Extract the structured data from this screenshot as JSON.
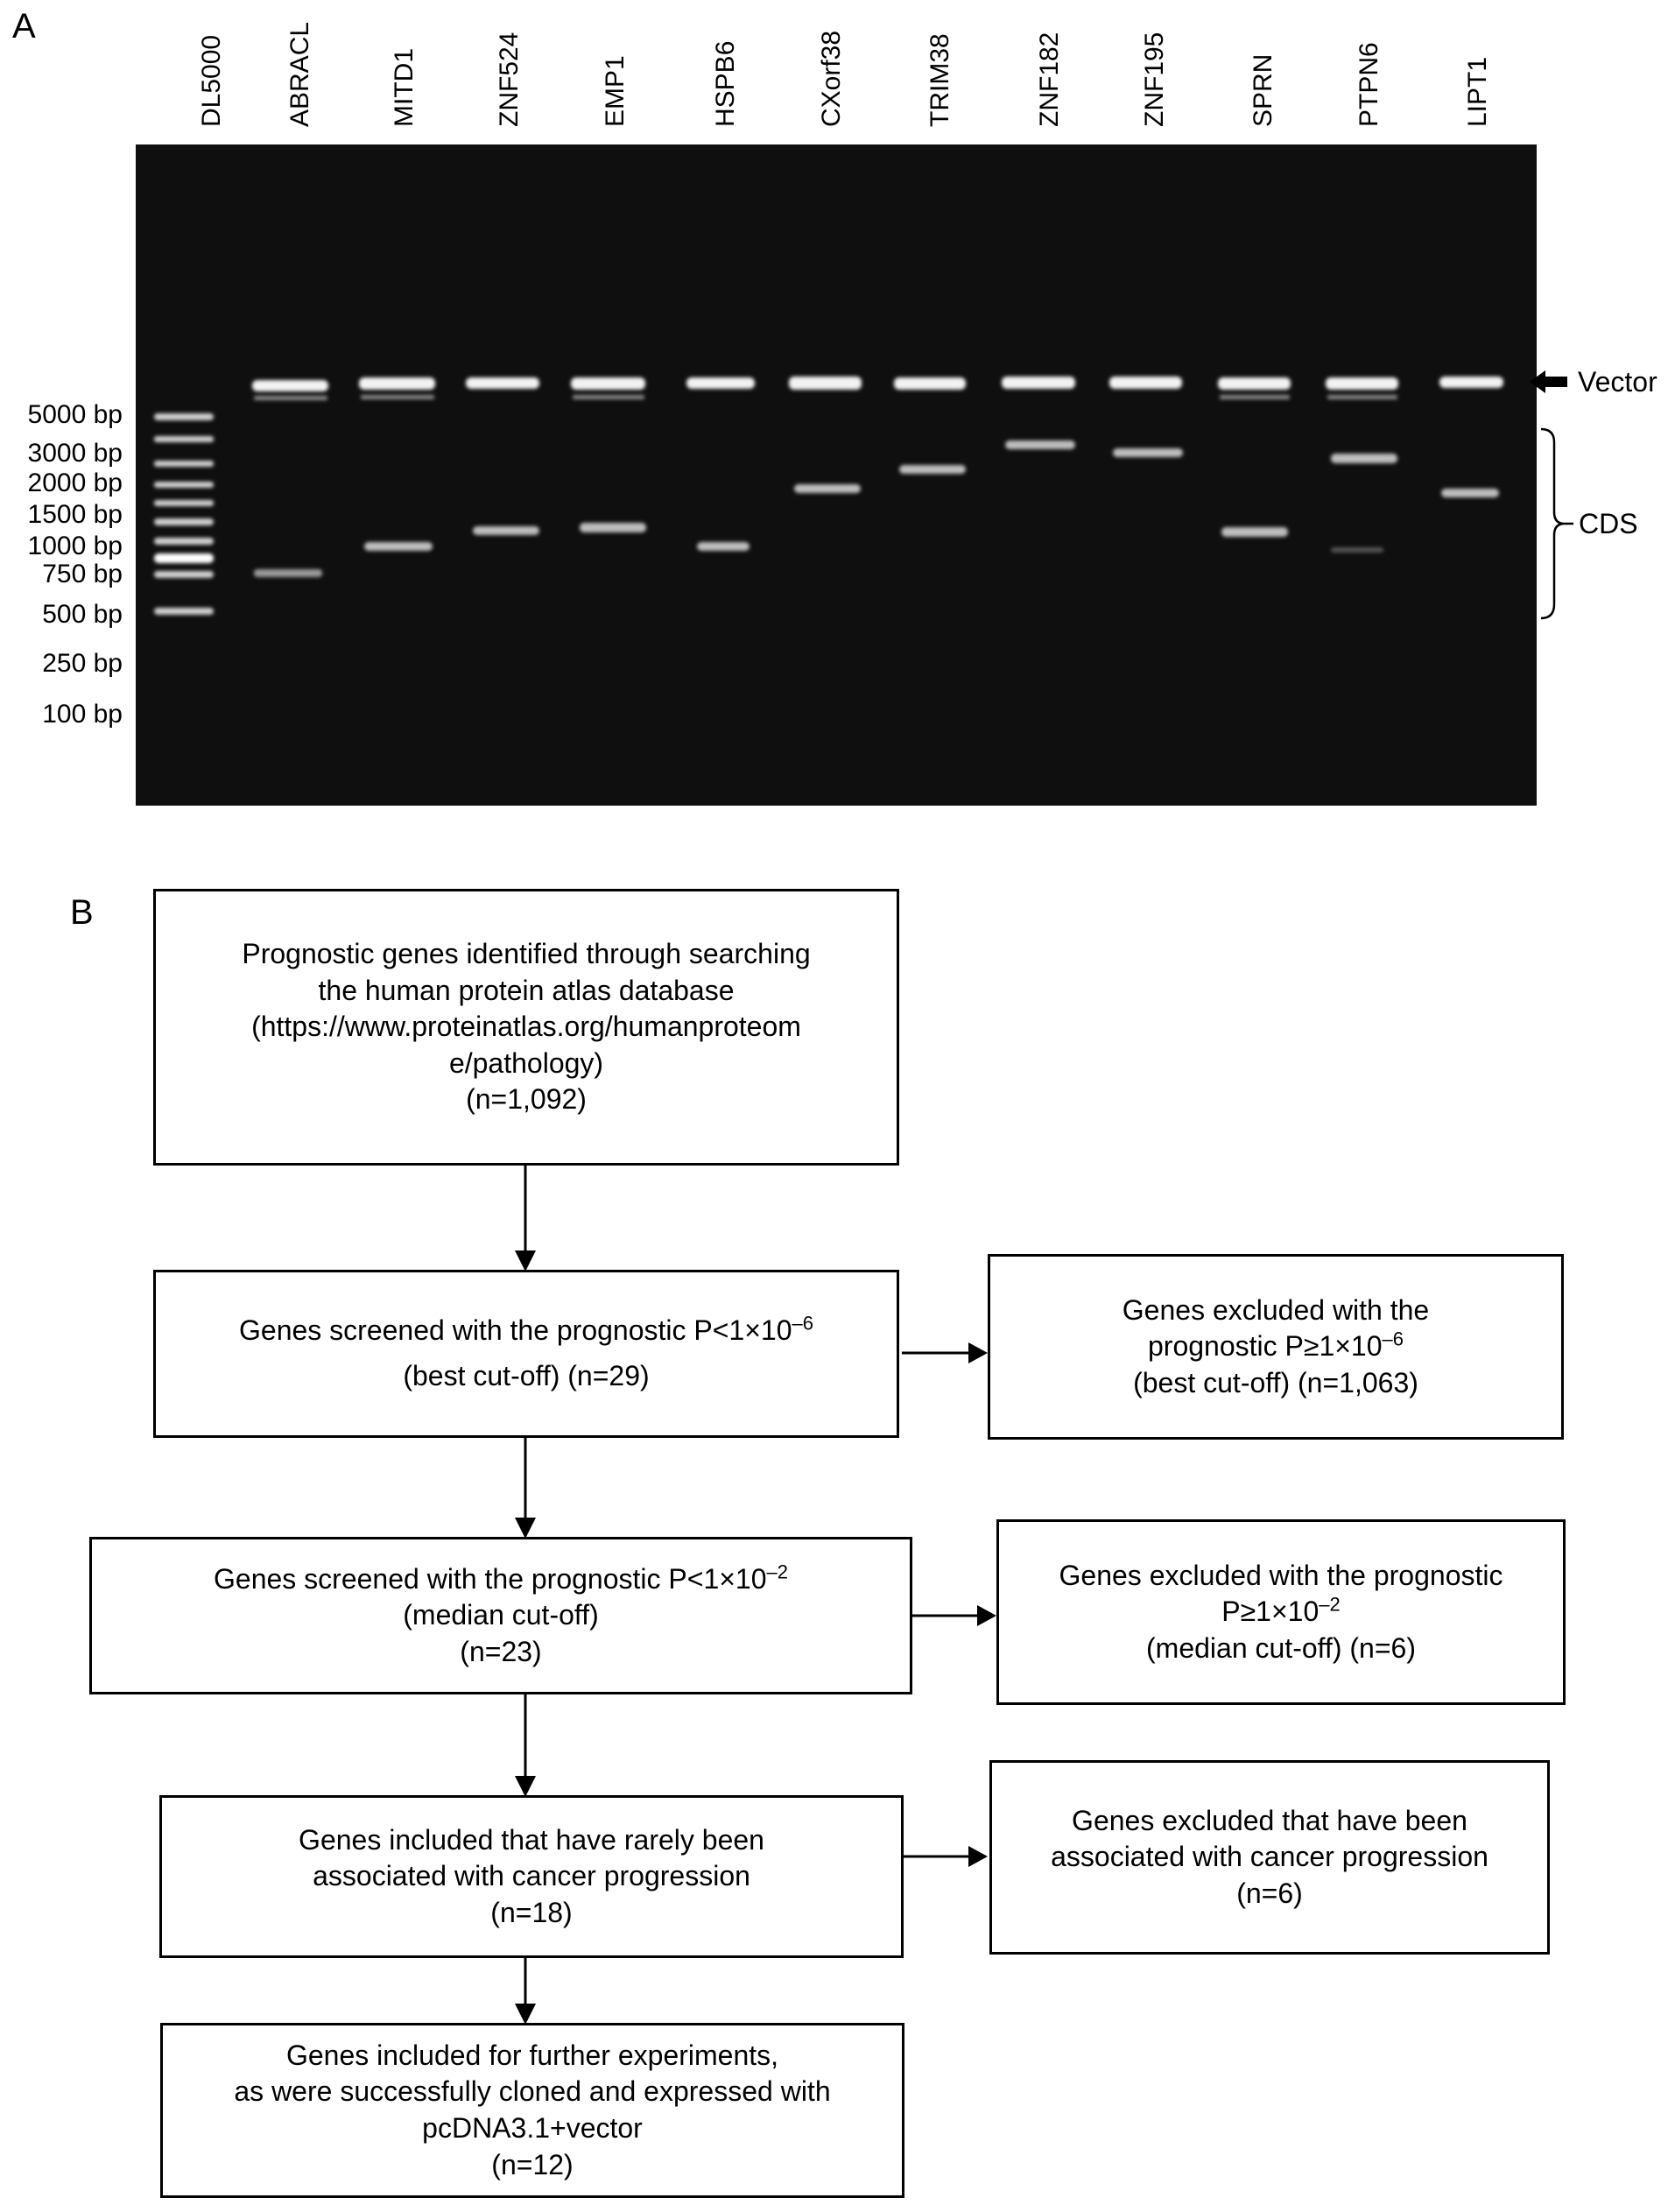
{
  "panel_a": {
    "label": "A",
    "lanes": [
      "DL5000",
      "ABRACL",
      "MITD1",
      "ZNF524",
      "EMP1",
      "HSPB6",
      "CXorf38",
      "TRIM38",
      "ZNF182",
      "ZNF195",
      "SPRN",
      "PTPN6",
      "LIPT1"
    ],
    "ladder_labels": [
      "5000 bp",
      "3000 bp",
      "2000 bp",
      "1500 bp",
      "1000 bp",
      "750 bp",
      "500 bp",
      "250 bp",
      "100 bp"
    ],
    "vector_label": "Vector",
    "cds_label": "CDS"
  },
  "panel_b": {
    "label": "B",
    "box1": {
      "lines": [
        "Prognostic genes identified through searching",
        "the human protein atlas database",
        "(https://www.proteinatlas.org/humanproteom",
        "e/pathology)",
        "(n=1,092)"
      ]
    },
    "box2": {
      "line1": "Genes screened with the prognostic P<1×10",
      "exp": "–6",
      "line2": "(best cut-off) (n=29)"
    },
    "excl1": {
      "line1": "Genes excluded with the",
      "line2": "prognostic P≥1×10",
      "exp": "–6",
      "line3": "(best cut-off) (n=1,063)"
    },
    "box3": {
      "line1": "Genes screened with the prognostic P<1×10",
      "exp": "–2",
      "line2": "(median cut-off)",
      "line3": "(n=23)"
    },
    "excl2": {
      "line1": "Genes excluded with the prognostic",
      "line2": "P≥1×10",
      "exp": "–2",
      "line3": "(median cut-off) (n=6)"
    },
    "box4": {
      "lines": [
        "Genes included that have rarely been",
        "associated with cancer progression",
        "(n=18)"
      ]
    },
    "excl3": {
      "lines": [
        "Genes excluded that have been",
        "associated with cancer progression",
        "(n=6)"
      ]
    },
    "box5": {
      "lines": [
        "Genes included for further experiments,",
        "as were successfully cloned and expressed with",
        "pcDNA3.1+vector",
        "(n=12)"
      ]
    }
  }
}
